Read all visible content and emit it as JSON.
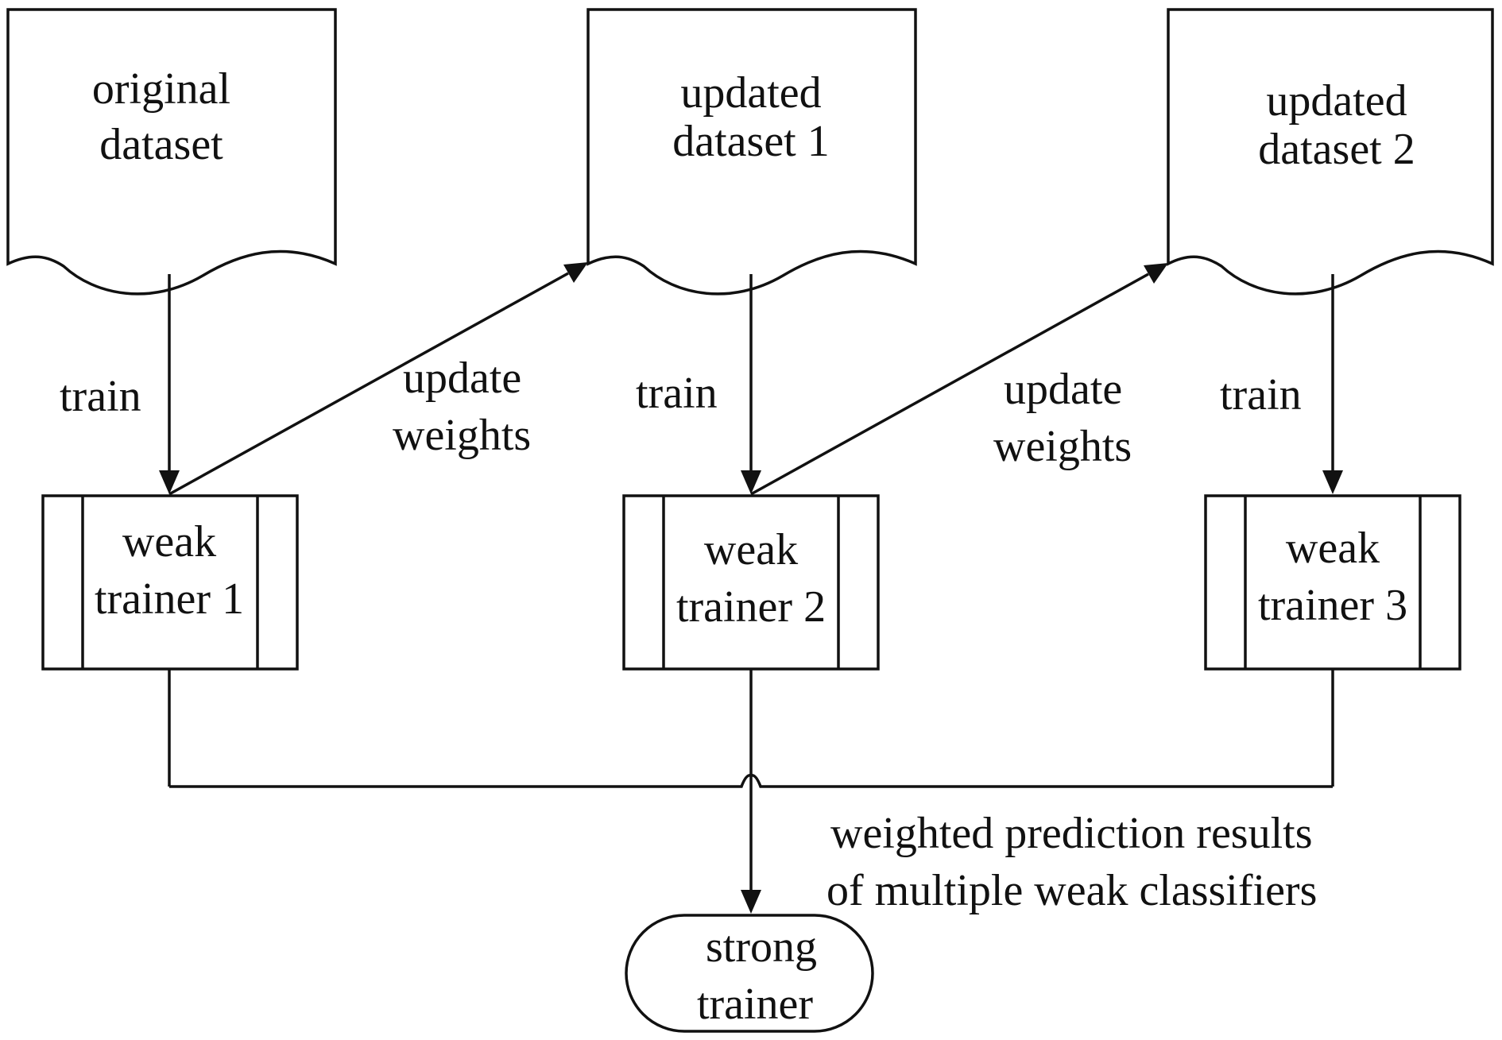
{
  "datasets": [
    {
      "lines": [
        "original",
        "dataset"
      ]
    },
    {
      "lines": [
        "updated",
        "dataset 1"
      ]
    },
    {
      "lines": [
        "updated",
        "dataset 2"
      ]
    }
  ],
  "train_labels": [
    "train",
    "train",
    "train"
  ],
  "update_labels": [
    {
      "lines": [
        "update",
        "weights"
      ]
    },
    {
      "lines": [
        "update",
        "weights"
      ]
    }
  ],
  "weak_trainers": [
    {
      "lines": [
        "weak",
        "trainer 1"
      ]
    },
    {
      "lines": [
        "weak",
        "trainer 2"
      ]
    },
    {
      "lines": [
        "weak",
        "trainer 3"
      ]
    }
  ],
  "combine_label": {
    "lines": [
      "weighted prediction results",
      "of multiple weak classifiers"
    ]
  },
  "strong_trainer": {
    "lines": [
      "strong",
      "trainer"
    ]
  },
  "colors": {
    "stroke": "#111111",
    "fill": "#ffffff"
  }
}
